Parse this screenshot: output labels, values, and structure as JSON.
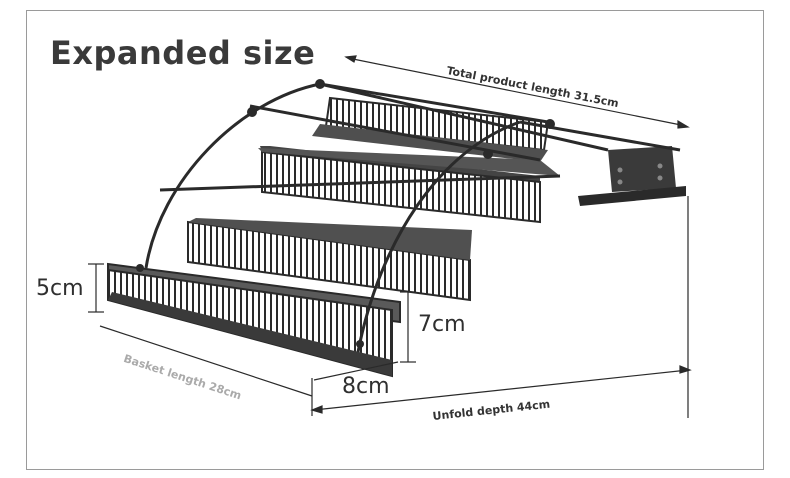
{
  "title": "Expanded size",
  "labels": {
    "total_length": "Total product length 31.5cm",
    "basket_height": "5cm",
    "step_height": "7cm",
    "step_depth": "8cm",
    "basket_length": "Basket length 28cm",
    "unfold_depth": "Unfold depth 44cm"
  },
  "colors": {
    "rack": "#2a2a2a",
    "rack_fill": "#5a5a5a",
    "frame": "#9a9a9a",
    "text": "#333333"
  }
}
